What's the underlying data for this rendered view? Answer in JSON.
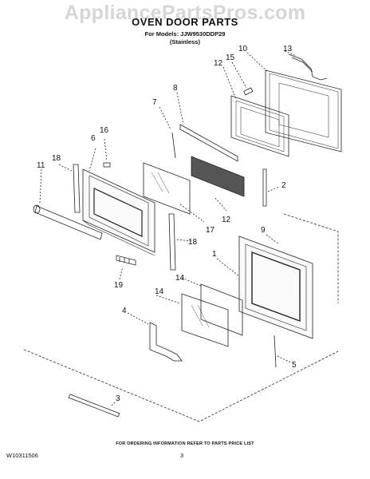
{
  "watermark": "AppliancePartsPros.com",
  "title": "OVEN DOOR PARTS",
  "models_line": "For Models: JJW9530DDP29",
  "variant_line": "(Stainless)",
  "callouts": {
    "c1": "1",
    "c2": "2",
    "c3": "3",
    "c4": "4",
    "c5": "5",
    "c6": "6",
    "c7": "7",
    "c8": "8",
    "c9": "9",
    "c10": "10",
    "c11": "11",
    "c12a": "12",
    "c12b": "12",
    "c13": "13",
    "c14a": "14",
    "c14b": "14",
    "c15": "15",
    "c16": "16",
    "c17": "17",
    "c18a": "18",
    "c18b": "18",
    "c19": "19"
  },
  "footer": {
    "ordering_note": "FOR ORDERING INFORMATION REFER TO PARTS PRICE LIST",
    "doc_number": "W10311506",
    "page_number": "3"
  }
}
